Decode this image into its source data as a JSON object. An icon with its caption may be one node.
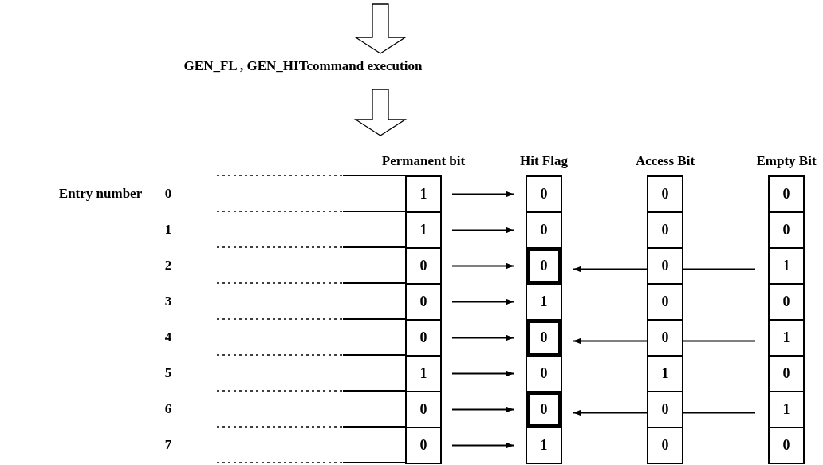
{
  "diagram": {
    "nodes": [
      {
        "text": [
          "GEN_FL , GEN_HITcommand execution"
        ]
      },
      {
        "text": [
          "1"
        ]
      },
      {
        "text": [
          "0"
        ]
      },
      {
        "text": [
          "0"
        ]
      },
      {
        "text": [
          "0"
        ]
      },
      {
        "text": [
          "1"
        ]
      },
      {
        "text": [
          "0"
        ]
      },
      {
        "text": [
          "0"
        ]
      },
      {
        "text": [
          "0"
        ]
      },
      {
        "text": [
          "0"
        ]
      },
      {
        "text": [
          "0"
        ]
      },
      {
        "text": [
          "0"
        ]
      },
      {
        "text": [
          "1"
        ]
      },
      {
        "text": [
          "0"
        ]
      },
      {
        "text": [
          "1"
        ]
      },
      {
        "text": [
          "0"
        ]
      },
      {
        "text": [
          "0"
        ]
      },
      {
        "text": [
          "0"
        ]
      },
      {
        "text": [
          "0"
        ]
      },
      {
        "text": [
          "0"
        ]
      },
      {
        "text": [
          "1"
        ]
      },
      {
        "text": [
          "1"
        ]
      },
      {
        "text": [
          "0"
        ]
      },
      {
        "text": [
          "1"
        ]
      },
      {
        "text": [
          "0"
        ]
      },
      {
        "text": [
          "0"
        ]
      },
      {
        "text": [
          "0"
        ]
      },
      {
        "text": [
          "0"
        ]
      },
      {
        "text": [
          "1"
        ]
      },
      {
        "text": [
          "0"
        ]
      },
      {
        "text": [
          "1"
        ]
      },
      {
        "text": [
          "0"
        ]
      },
      {
        "text": [
          "0"
        ]
      }
    ],
    "edges": [
      {
        "from": null,
        "to": 0,
        "arrow": "to"
      },
      {
        "from": 0,
        "to": null,
        "arrow": "to"
      },
      {
        "from": 1,
        "to": 2,
        "arrow": "to"
      },
      {
        "from": 5,
        "to": 6,
        "arrow": "to"
      },
      {
        "from": 9,
        "to": 10,
        "arrow": "to"
      },
      {
        "from": 12,
        "to": 11,
        "arrow": "none"
      },
      {
        "from": 11,
        "to": 10,
        "arrow": "to"
      },
      {
        "from": 13,
        "to": 14,
        "arrow": "to"
      },
      {
        "from": 17,
        "to": 18,
        "arrow": "to"
      },
      {
        "from": 20,
        "to": 19,
        "arrow": "none"
      },
      {
        "from": 19,
        "to": 18,
        "arrow": "to"
      },
      {
        "from": 21,
        "to": 22,
        "arrow": "to"
      },
      {
        "from": 25,
        "to": 26,
        "arrow": "to"
      },
      {
        "from": 28,
        "to": 27,
        "arrow": "none"
      },
      {
        "from": 27,
        "to": 26,
        "arrow": "to"
      },
      {
        "from": 29,
        "to": 30,
        "arrow": "to"
      }
    ],
    "labels": [
      "Permanent bit",
      "Hit Flag",
      "Access Bit",
      "Empty Bit",
      "Entry number",
      "0",
      "1",
      "2",
      "3",
      "4",
      "5",
      "6",
      "7"
    ]
  }
}
